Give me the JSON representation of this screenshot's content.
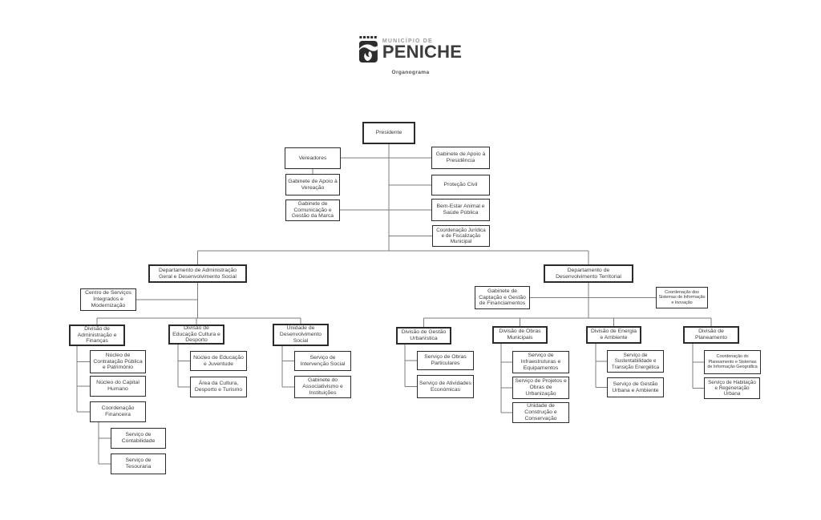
{
  "header": {
    "municipality_label": "MUNICÍPIO DE",
    "municipality_name": "PENICHE",
    "subtitle": "Organograma"
  },
  "tree": {
    "label": "Presidente",
    "staff_left": [
      {
        "label": "Vereadores",
        "children": [
          {
            "label": "Gabinete de Apoio à Vereação"
          }
        ]
      },
      {
        "label": "Gabinete de Comunicação e Gestão da Marca"
      }
    ],
    "staff_right": [
      {
        "label": "Gabinete de Apoio à Presidência"
      },
      {
        "label": "Proteção Civil"
      },
      {
        "label": "Bem-Estar Animal e Saúde Pública"
      },
      {
        "label": "Coordenação Jurídica e de Fiscalização Municipal"
      }
    ],
    "departments": [
      {
        "label": "Departamento de Administração Geral e Desenvolvimento Social",
        "staff": [
          {
            "label": "Centro de Serviços Integrados e Modernização"
          }
        ],
        "children": [
          {
            "label": "Divisão de Administração e Finanças",
            "children": [
              {
                "label": "Núcleo de Contratação Pública e Património"
              },
              {
                "label": "Núcleo do Capital Humano"
              },
              {
                "label": "Coordenação Financeira",
                "children": [
                  {
                    "label": "Serviço de Contabilidade"
                  },
                  {
                    "label": "Serviço de Tesouraria"
                  }
                ]
              }
            ]
          },
          {
            "label": "Divisão de Educação Cultura e Desporto",
            "children": [
              {
                "label": "Núcleo de Educação e Juventude"
              },
              {
                "label": "Área da Cultura, Desporto e Turismo"
              }
            ]
          },
          {
            "label": "Unidade de Desenvolvimento Social",
            "children": [
              {
                "label": "Serviço de Intervenção Social"
              },
              {
                "label": "Gabinete do Associativismo e Instituições"
              }
            ]
          }
        ]
      },
      {
        "label": "Departamento de Desenvolvimento Territorial",
        "staff": [
          {
            "label": "Gabinete de Captação e Gestão de Financiamentos"
          },
          {
            "label": "Coordenação dos Sistemas de Informação e Inovação"
          }
        ],
        "children": [
          {
            "label": "Divisão de Gestão Urbanística",
            "children": [
              {
                "label": "Serviço de Obras Particulares"
              },
              {
                "label": "Serviço de Atividades Económicas"
              }
            ]
          },
          {
            "label": "Divisão de Obras Municipais",
            "children": [
              {
                "label": "Serviço de Infraestruturas e Equipamentos"
              },
              {
                "label": "Serviço de Projetos e Obras de Urbanização"
              },
              {
                "label": "Unidade de Construção e Conservação"
              }
            ]
          },
          {
            "label": "Divisão de Energia e Ambiente",
            "children": [
              {
                "label": "Serviço de Sustentabilidade e Transição Energética"
              },
              {
                "label": "Serviço de Gestão Urbana e Ambiente"
              }
            ]
          },
          {
            "label": "Divisão de Planeamento",
            "children": [
              {
                "label": "Coordenação do Planeamento e Sistemas de Informação Geográfica"
              },
              {
                "label": "Serviço de Habitação e Regeneração Urbana"
              }
            ]
          }
        ]
      }
    ]
  }
}
